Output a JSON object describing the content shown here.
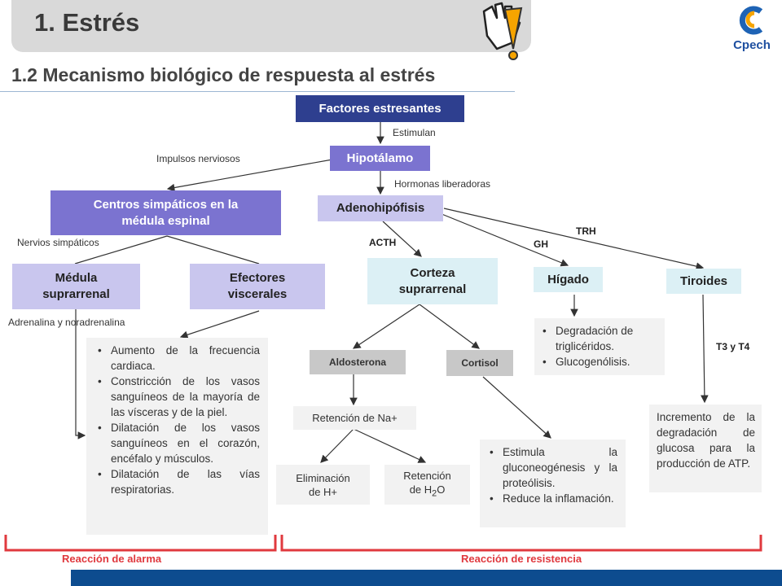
{
  "header": {
    "title": "1. Estrés",
    "subtitle": "1.2  Mecanismo biológico de respuesta al estrés",
    "logo_text": "Cpech"
  },
  "nodes": {
    "factores": "Factores estresantes",
    "hipotalamo": "Hipotálamo",
    "centros_l1": "Centros simpáticos en la",
    "centros_l2": "médula espinal",
    "adenohipofisis": "Adenohipófisis",
    "medula_l1": "Médula",
    "medula_l2": "suprarrenal",
    "efectores_l1": "Efectores",
    "efectores_l2": "viscerales",
    "corteza_l1": "Corteza",
    "corteza_l2": "suprarrenal",
    "higado": "Hígado",
    "tiroides": "Tiroides",
    "aldosterona": "Aldosterona",
    "cortisol": "Cortisol",
    "retencion_na": "Retención de Na+",
    "eliminacion_l1": "Eliminación",
    "eliminacion_l2": "de H+",
    "retencion_h2o_l1": "Retención",
    "retencion_h2o_l2_pre": "de H",
    "retencion_h2o_sub": "2",
    "retencion_h2o_l2_post": "O"
  },
  "edge_labels": {
    "estimulan": "Estimulan",
    "impulsos": "Impulsos nerviosos",
    "hormonas": "Hormonas liberadoras",
    "nervios": "Nervios simpáticos",
    "adrenalina": "Adrenalina y noradrenalina",
    "acth": "ACTH",
    "gh": "GH",
    "trh": "TRH",
    "t3t4": "T3 y T4"
  },
  "alarm_effects": [
    "Aumento de la frecuencia cardiaca.",
    "Constricción de los vasos sanguíneos de la mayoría de las vísceras y de la piel.",
    "Dilatación de los vasos sanguíneos en el corazón, encéfalo y músculos.",
    "Dilatación de las vías respiratorias."
  ],
  "liver_effects": [
    "Degradación de triglicéridos.",
    "Glucogenólisis."
  ],
  "cortisol_effects": [
    "Estimula la gluconeogénesis y la proteólisis.",
    "Reduce la inflamación."
  ],
  "thyroid_effect": "Incremento de la degradación de glucosa para la producción de ATP.",
  "footer": {
    "alarma": "Reacción de alarma",
    "resistencia": "Reacción de resistencia"
  },
  "colors": {
    "navy": "#2e3f8f",
    "purple": "#7b73d0",
    "lavender": "#c9c6ee",
    "cyan": "#dcf0f5",
    "bracket_red": "#e0393e",
    "bottom_bar": "#0d4c8f"
  },
  "icons": [
    "pointing-hand-icon",
    "exclamation-icon",
    "cpech-logo-icon"
  ]
}
